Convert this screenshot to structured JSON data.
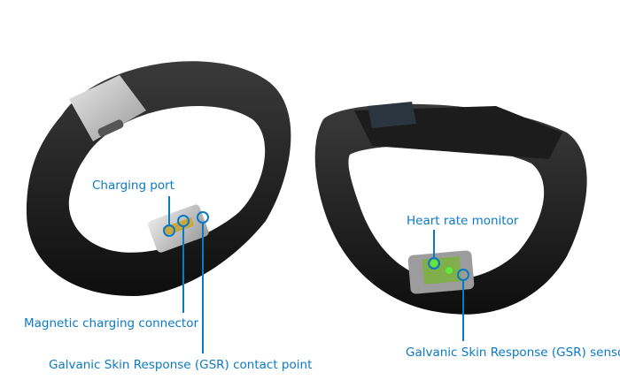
{
  "accent_color": "#0a7ac4",
  "labels": {
    "charging_port": "Charging port",
    "magnetic_connector": "Magnetic charging connector",
    "gsr_contact": "Galvanic Skin Response (GSR) contact point",
    "heart_rate": "Heart rate monitor",
    "gsr_sensor": "Galvanic Skin Response (GSR) sensor"
  }
}
